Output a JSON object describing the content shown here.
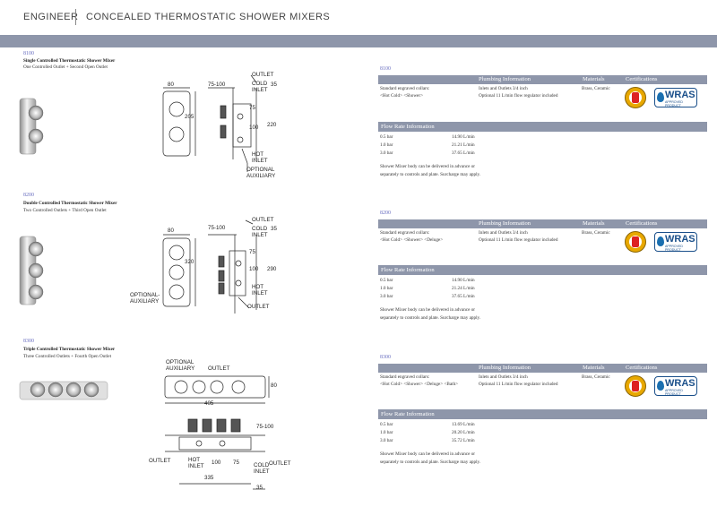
{
  "header": {
    "brand": "ENGINEER",
    "title": "CONCEALED THERMOSTATIC SHOWER MIXERS"
  },
  "sections": [
    {
      "code": "8100",
      "name": "Single Controlled Thermostatic Shower Mixer",
      "sub": "One Controlled Outlet + Second Open Outlet"
    },
    {
      "code": "8200",
      "name": "Double Controlled Thermostatic Shower Mixer",
      "sub": "Two Controlled Outlets + Third Open Outlet"
    },
    {
      "code": "8300",
      "name": "Triple Controlled Thermostatic Shower Mixer",
      "sub": "Three Controlled Outlets + Fourth Open Outlet"
    }
  ],
  "drawing_labels": {
    "d1": {
      "w80": "80",
      "w75": "75-100",
      "outlet": "OUTLET",
      "cold": "COLD",
      "inlet": "INLET",
      "h35": "35",
      "h205": "205",
      "h75": "75",
      "h100": "100",
      "h220": "220",
      "hot": "HOT",
      "hot_inlet": "INLET",
      "optional": "OPTIONAL",
      "auxiliary": "AUXILIARY"
    },
    "d2": {
      "w80": "80",
      "w75": "75-100",
      "outlet": "OUTLET",
      "cold": "COLD",
      "inlet": "INLET",
      "h35": "35",
      "h320": "320",
      "h75": "75",
      "h100": "100",
      "h290": "290",
      "hot": "HOT",
      "hot_inlet": "INLET",
      "optional": "OPTIONAL-",
      "auxiliary": "AUXILIARY",
      "outlet2": "OUTLET"
    },
    "d3": {
      "optional": "OPTIONAL",
      "auxiliary": "AUXILIARY",
      "outlet": "OUTLET",
      "h80": "80",
      "w405": "405",
      "h75": "75-100",
      "outlet_l": "OUTLET",
      "hot": "HOT",
      "inlet": "INLET",
      "w100": "100",
      "w75": "75",
      "cold": "COLD",
      "cold_inlet": "INLET",
      "outlet_r": "OUTLET",
      "w335": "335",
      "w35": "35"
    }
  },
  "products": [
    {
      "code": "8100",
      "headers": {
        "plumbing": "Plumbing Information",
        "materials": "Materials",
        "certs": "Certifications"
      },
      "collar1": "Standard engraved collars:",
      "collar2": "<Hot Cold> <Shower>",
      "plumb1": "Inlets and Outlets 3/4 inch",
      "plumb2": "Optional 11 L/min flow regulator included",
      "materials": "Brass, Ceramic",
      "flow_title": "Flow Rate Information",
      "flow": [
        {
          "bar": "0.5 bar",
          "rate": "14.90 L/min"
        },
        {
          "bar": "1.0 bar",
          "rate": "21.21 L/min"
        },
        {
          "bar": "3.0 bar",
          "rate": "37.65 L/min"
        }
      ],
      "note1": "Shower Mixer body can be delivered in advance or",
      "note2": "separately to controls and plate. Surcharge may apply."
    },
    {
      "code": "8200",
      "headers": {
        "plumbing": "Plumbing Information",
        "materials": "Materials",
        "certs": "Certifications"
      },
      "collar1": "Standard engraved collars:",
      "collar2": "<Hot Cold> <Shower> <Deluge>",
      "plumb1": "Inlets and Outlets 3/4 inch",
      "plumb2": "Optional 11 L/min flow regulator included",
      "materials": "Brass, Ceramic",
      "flow_title": "Flow Rate Information",
      "flow": [
        {
          "bar": "0.5 bar",
          "rate": "14.90 L/min"
        },
        {
          "bar": "1.0 bar",
          "rate": "21.24 L/min"
        },
        {
          "bar": "3.0 bar",
          "rate": "37.65 L/min"
        }
      ],
      "note1": "Shower Mixer body can be delivered in advance or",
      "note2": "separately to controls and plate. Surcharge may apply."
    },
    {
      "code": "8300",
      "headers": {
        "plumbing": "Plumbing Information",
        "materials": "Materials",
        "certs": "Certifications"
      },
      "collar1": "Standard engraved collars:",
      "collar2": "<Hot Cold> <Shower> <Deluge> <Bath>",
      "plumb1": "Inlets and Outlets 3/4 inch",
      "plumb2": "Optional 11 L/min flow regulator included",
      "materials": "Brass, Ceramic",
      "flow_title": "Flow Rate Information",
      "flow": [
        {
          "bar": "0.5 bar",
          "rate": "13.69 L/min"
        },
        {
          "bar": "1.0 bar",
          "rate": "20.20 L/min"
        },
        {
          "bar": "3.0 bar",
          "rate": "35.72 L/min"
        }
      ],
      "note1": "Shower Mixer body can be delivered in advance or",
      "note2": "separately to controls and plate. Surcharge may apply."
    }
  ],
  "certifications": {
    "wras_logo": "WRAS",
    "wras_sub": "APPROVED PRODUCT",
    "wras_color": "#1a4f8a",
    "badge_color": "#e8a800"
  },
  "colors": {
    "band": "#8e96aa",
    "code": "#6a6fc0"
  }
}
